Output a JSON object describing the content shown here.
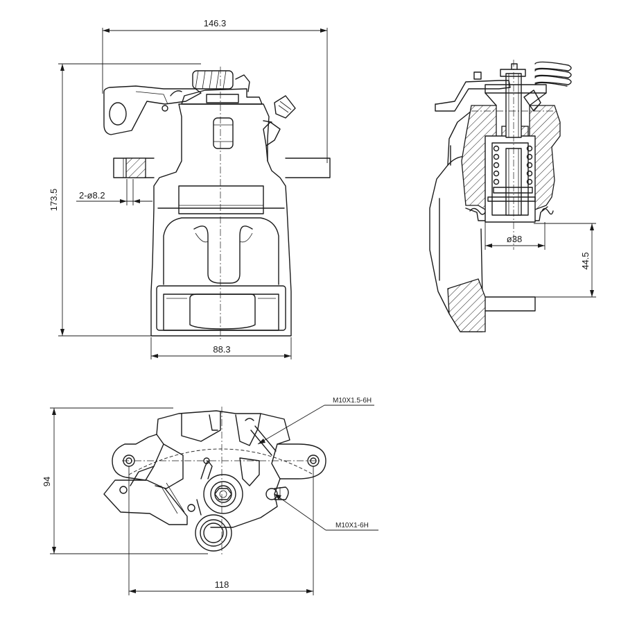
{
  "dimensions": {
    "overall_width": "146.3",
    "overall_height": "173.5",
    "mount_holes": "2-ø8.2",
    "body_width": "88.3",
    "piston_diameter": "ø38",
    "piston_offset": "44.5",
    "bottom_height": "94",
    "bottom_hole_spacing": "118"
  },
  "threads": {
    "bleeder": "M10X1.5-6H",
    "fitting": "M10X1-6H"
  }
}
